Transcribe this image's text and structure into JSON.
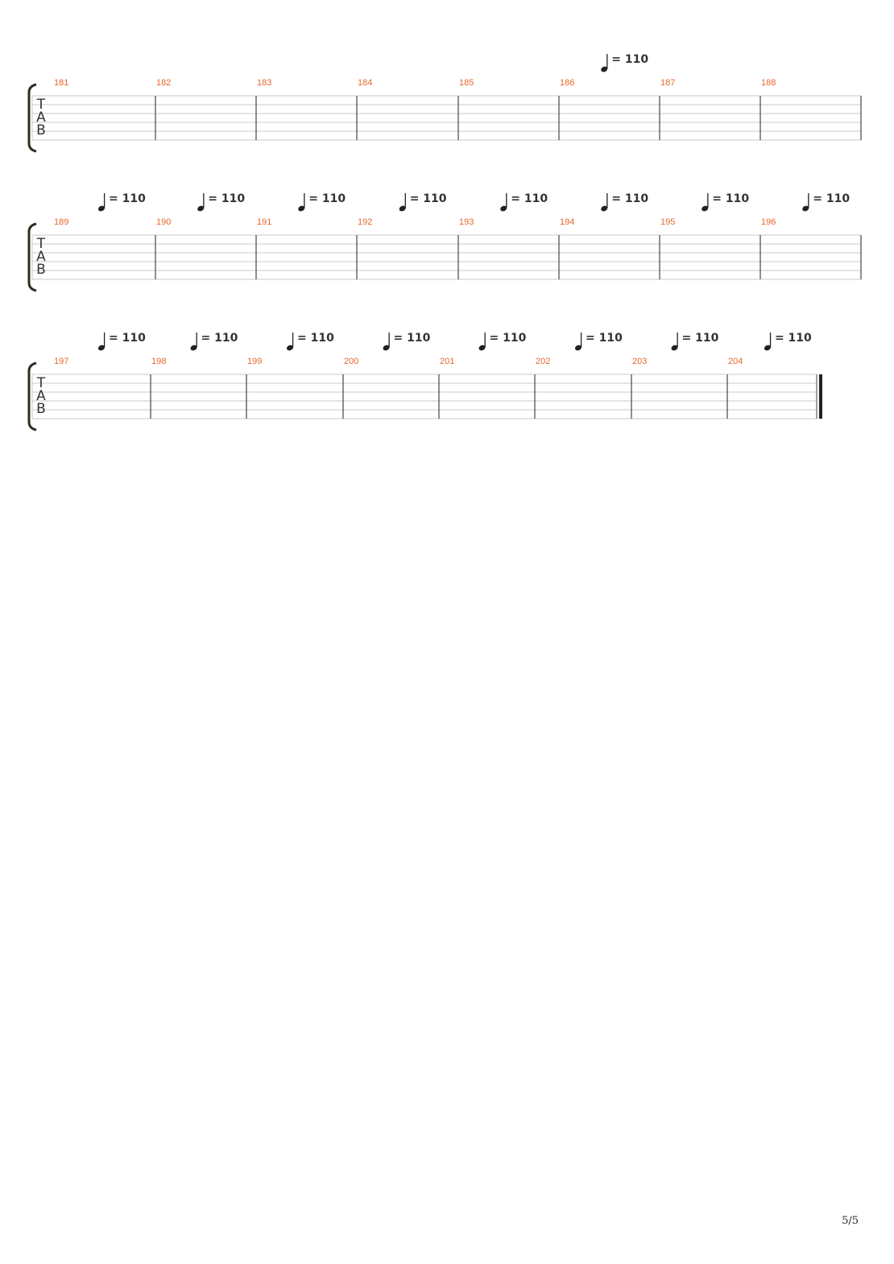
{
  "colors": {
    "measure_number": "#e8662d",
    "staff_line": "#c8c8c8",
    "barline": "#444444",
    "bracket": "#2f2f1f",
    "text": "#333333"
  },
  "tab_clef": [
    "T",
    "A",
    "B"
  ],
  "strings_per_staff": 6,
  "tempo_symbol": "quarter-note-icon",
  "systems": [
    {
      "measures": [
        181,
        182,
        183,
        184,
        185,
        186,
        187,
        188
      ],
      "tempo_markings": [
        {
          "at_measure": 186,
          "text": "= 110"
        }
      ],
      "final_barline": false
    },
    {
      "measures": [
        189,
        190,
        191,
        192,
        193,
        194,
        195,
        196
      ],
      "tempo_markings": [
        {
          "at_measure": 189,
          "text": "= 110"
        },
        {
          "at_measure": 190,
          "text": "= 110"
        },
        {
          "at_measure": 191,
          "text": "= 110"
        },
        {
          "at_measure": 192,
          "text": "= 110"
        },
        {
          "at_measure": 193,
          "text": "= 110"
        },
        {
          "at_measure": 194,
          "text": "= 110"
        },
        {
          "at_measure": 195,
          "text": "= 110"
        },
        {
          "at_measure": 196,
          "text": "= 110"
        }
      ],
      "final_barline": false
    },
    {
      "measures": [
        197,
        198,
        199,
        200,
        201,
        202,
        203,
        204
      ],
      "tempo_markings": [
        {
          "at_measure": 197,
          "text": "= 110"
        },
        {
          "at_measure": 198,
          "text": "= 110"
        },
        {
          "at_measure": 199,
          "text": "= 110"
        },
        {
          "at_measure": 200,
          "text": "= 110"
        },
        {
          "at_measure": 201,
          "text": "= 110"
        },
        {
          "at_measure": 202,
          "text": "= 110"
        },
        {
          "at_measure": 203,
          "text": "= 110"
        },
        {
          "at_measure": 204,
          "text": "= 110"
        }
      ],
      "final_barline": true
    }
  ],
  "page_number": "5/5"
}
